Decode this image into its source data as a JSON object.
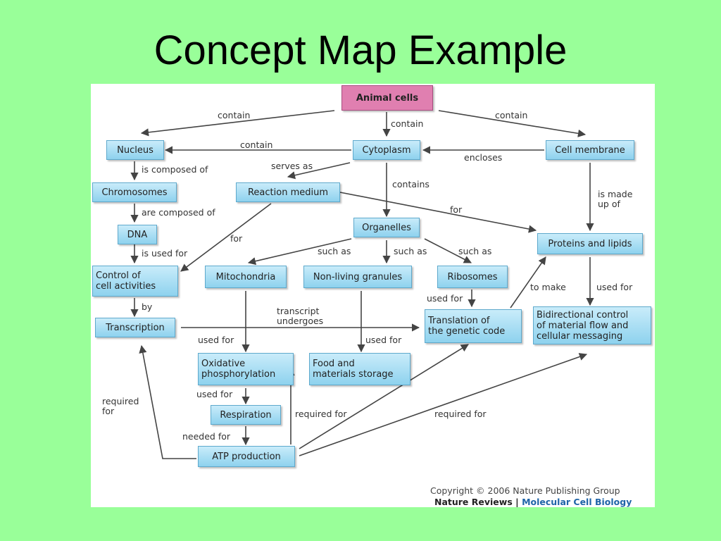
{
  "slide": {
    "title": "Concept Map Example"
  },
  "nodes": {
    "animal_cells": "Animal cells",
    "nucleus": "Nucleus",
    "cytoplasm": "Cytoplasm",
    "cell_membrane": "Cell membrane",
    "chromosomes": "Chromosomes",
    "reaction_medium": "Reaction medium",
    "dna": "DNA",
    "organelles": "Organelles",
    "proteins_lipids": "Proteins and lipids",
    "control": "Control of\ncell activities",
    "mitochondria": "Mitochondria",
    "granules": "Non-living granules",
    "ribosomes": "Ribosomes",
    "transcription": "Transcription",
    "translation": "Translation of\nthe genetic code",
    "bidirectional": "Bidirectional control\nof material flow and\ncellular messaging",
    "oxidative": "Oxidative\nphosphorylation",
    "food": "Food and\nmaterials storage",
    "respiration": "Respiration",
    "atp": "ATP production"
  },
  "labels": {
    "contain_nucleus": "contain",
    "contain_cytoplasm": "contain",
    "contain_membrane": "contain",
    "cytoplasm_nucleus": "contain",
    "encloses": "encloses",
    "serves_as": "serves as",
    "composed_of": "is composed of",
    "are_composed_of": "are composed of",
    "contains": "contains",
    "for_proteins": "for",
    "made_up_of": "is made\nup of",
    "used_for_dna": "is used for",
    "for_control": "for",
    "such_as_1": "such as",
    "such_as_2": "such as",
    "such_as_3": "such as",
    "by": "by",
    "transcript": "transcript\nundergoes",
    "used_for_ribo": "used for",
    "to_make": "to make",
    "used_for_prot": "used for",
    "used_for_mito": "used for",
    "used_for_gran": "used for",
    "used_for_ox": "used for",
    "required_for_left": "required\nfor",
    "required_for_mid": "required for",
    "required_for_right": "required for",
    "needed_for": "needed for"
  },
  "credits": {
    "copyright": "Copyright © 2006 Nature Publishing Group",
    "journal": "Nature Reviews",
    "separator": " | ",
    "journal_section": "Molecular Cell Biology"
  },
  "colors": {
    "background": "#99ff99",
    "node_fill": "#8ed2ee",
    "root_fill": "#e07fb0",
    "arrow": "#444444"
  }
}
